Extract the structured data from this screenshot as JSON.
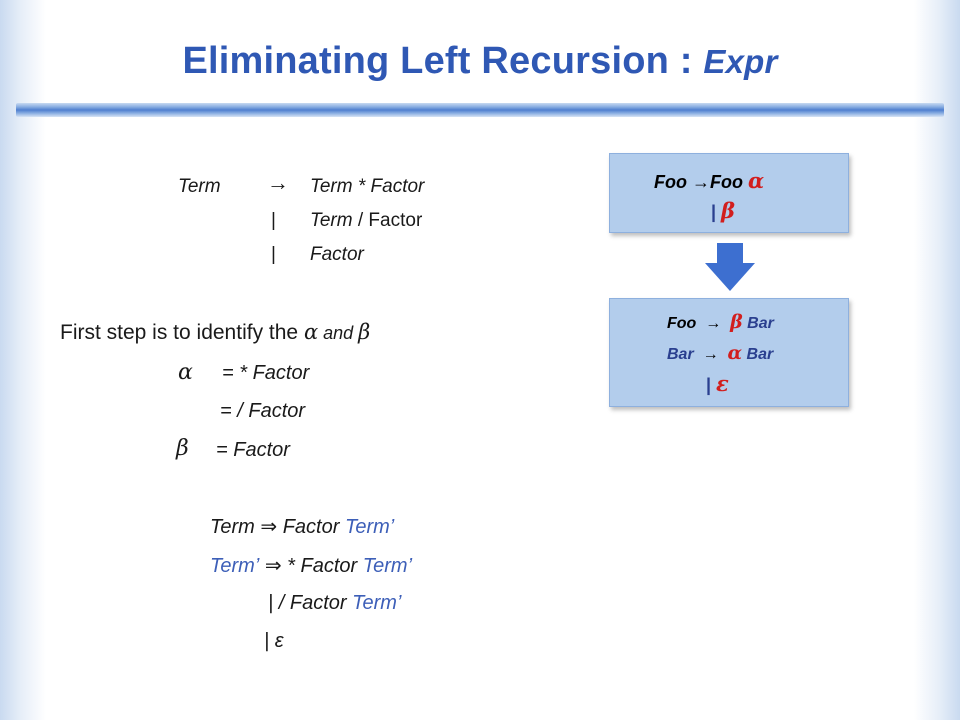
{
  "slide": {
    "title_main": "Eliminating Left Recursion : ",
    "title_em": "Expr"
  },
  "grammar": {
    "lhs": "Term",
    "arrow": "→",
    "row1": "Term  * Factor",
    "bar": "|",
    "row2_a": "Term  ",
    "row2_b": "/ Factor",
    "row3": "Factor"
  },
  "intro": {
    "text": "First step is to identify the ",
    "alpha": "α",
    "and": " and ",
    "beta": "β"
  },
  "definitions": {
    "alpha_sym": "α",
    "alpha_value": "= * Factor",
    "alpha_value2": "= / Factor",
    "beta_sym": "β",
    "beta_value": "= Factor"
  },
  "rewritten": {
    "line1_lhs": "Term ",
    "implies": "⇒",
    "line1_rhs": " Factor ",
    "term_prime": "Term’",
    "line2_rhs": " * Factor ",
    "line3_bar": "| / ",
    " line3_rhs": "",
    "line3_factor": " Factor ",
    "line4": "| ε"
  },
  "rule_box_before": {
    "foo": "Foo ",
    "arrow": "→",
    "foo2": "Foo ",
    "alpha": "α",
    "bar": "| ",
    "beta": "β"
  },
  "rule_box_after": {
    "foo": "Foo",
    "arrow": "→",
    "beta": "β",
    "bar_nt": " Bar",
    "bar_lhs": "Bar",
    "alpha": "α",
    "bar_rhs": " Bar",
    "alt": "| ",
    "epsilon": "ε"
  },
  "colors": {
    "title": "#2f58b4",
    "box_fill": "#b3cdec",
    "greek_red": "#d21e1e",
    "term_prime_blue": "#3d5fb8",
    "arrow_blue": "#3d6fd0"
  }
}
